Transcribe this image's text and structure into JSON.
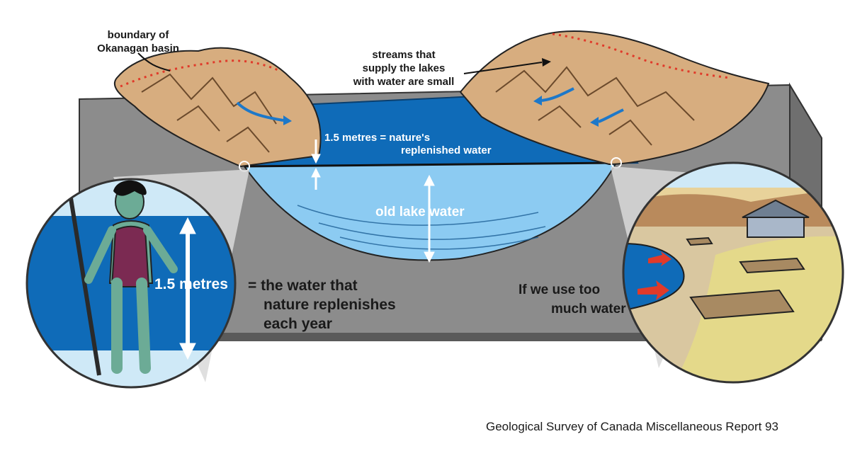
{
  "labels": {
    "boundary": [
      "boundary of",
      "Okanagan basin"
    ],
    "streams": [
      "streams that",
      "supply the lakes",
      "with water are small"
    ],
    "replenished": [
      "1.5 metres = nature's",
      "replenished water"
    ],
    "old_lake": "old lake water",
    "person_measure": "1.5 metres",
    "person_text": [
      "= the water that",
      "nature replenishes",
      "each year"
    ],
    "overuse": [
      "If we use too",
      "much water"
    ],
    "credit": "Geological Survey of Canada Miscellaneous Report 93"
  },
  "icons": [
    "person-figure",
    "measuring-stick",
    "double-arrow",
    "house",
    "dock",
    "red-arrow",
    "stream-arrow"
  ],
  "colors": {
    "land_gray": "#8c8c8c",
    "land_dark": "#6f6f6f",
    "mountain": "#d7ad7f",
    "mountain_dark": "#b98a5c",
    "lake_deep": "#0f6bb8",
    "lake_light": "#8ccbf2",
    "boundary_dots": "#e03a2a",
    "sky": "#cfe9f7"
  }
}
